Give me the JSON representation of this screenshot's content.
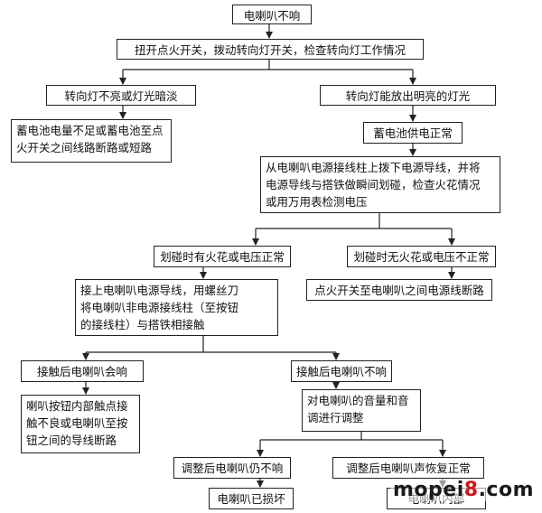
{
  "nodes": {
    "n1": "电喇叭不响",
    "n2": "扭开点火开关，拨动转向灯开关，检查转向灯工作情况",
    "n3": "转向灯不亮或灯光暗淡",
    "n4": "转向灯能放出明亮的灯光",
    "n5": "蓄电池电量不足或蓄电池至点\n火开关之间线路断路或短路",
    "n6": "蓄电池供电正常",
    "n7": "从电喇叭电源接线柱上拨下电源导线，并将\n电源导线与搭铁做瞬间划碰，检查火花情况\n或用万用表检测电压",
    "n8": "划碰时有火花或电压正常",
    "n9": "划碰时无火花或电压不正常",
    "n10": "接上电喇叭电源导线，用螺丝刀\n将电喇叭非电源接线柱（至按钮\n的接线柱）与搭铁相接触",
    "n11": "点火开关至电喇叭之间电源线断路",
    "n12": "接触后电喇叭会响",
    "n13": "接触后电喇叭不响",
    "n14": "喇叭按钮内部触点接\n触不良或电喇叭至按\n钮之间的导线断路",
    "n15": "对电喇叭的音量和音\n调进行调整",
    "n16": "调整后电喇叭仍不响",
    "n17": "调整后电喇叭声恢复正常",
    "n18": "电喇叭已损坏",
    "n19": "电喇叭内部"
  },
  "watermark": {
    "prefix": "mopei",
    "number": "8",
    "suffix": ".com"
  }
}
